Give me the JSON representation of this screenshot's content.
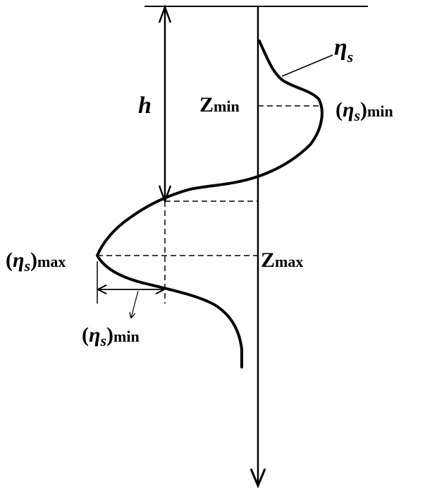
{
  "labels": {
    "eta_top": {
      "base": "η",
      "sub": "s"
    },
    "h": "h",
    "z_min": {
      "base": "Z",
      "sub": "min"
    },
    "eta_s_min_right": {
      "paren_open": "(",
      "base": "η",
      "sub": "s",
      "paren_close": ")",
      "suffix": "min"
    },
    "eta_s_max": {
      "paren_open": "(",
      "base": "η",
      "sub": "s",
      "paren_close": ")",
      "suffix": "max"
    },
    "z_max": {
      "base": "Z",
      "sub": "max"
    },
    "eta_s_min_bottom": {
      "paren_open": "(",
      "base": "η",
      "sub": "s",
      "paren_close": ")",
      "suffix": "min"
    }
  },
  "colors": {
    "ink": "#000000",
    "background": "#ffffff"
  }
}
